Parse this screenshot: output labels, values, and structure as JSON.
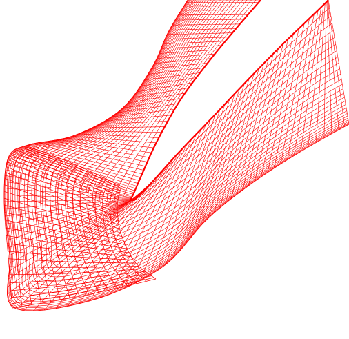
{
  "figure": {
    "kind": "structured-mesh",
    "subject": "turbine-blade-cascade-passage",
    "line_color": "#ff0000",
    "background_color": "#ffffff",
    "grid": {
      "o_grid": {
        "streamwise_lines": 112,
        "normal_lines": 30
      },
      "h_grid": {
        "streamwise_lines": 16,
        "normal_lines": 30
      }
    }
  }
}
